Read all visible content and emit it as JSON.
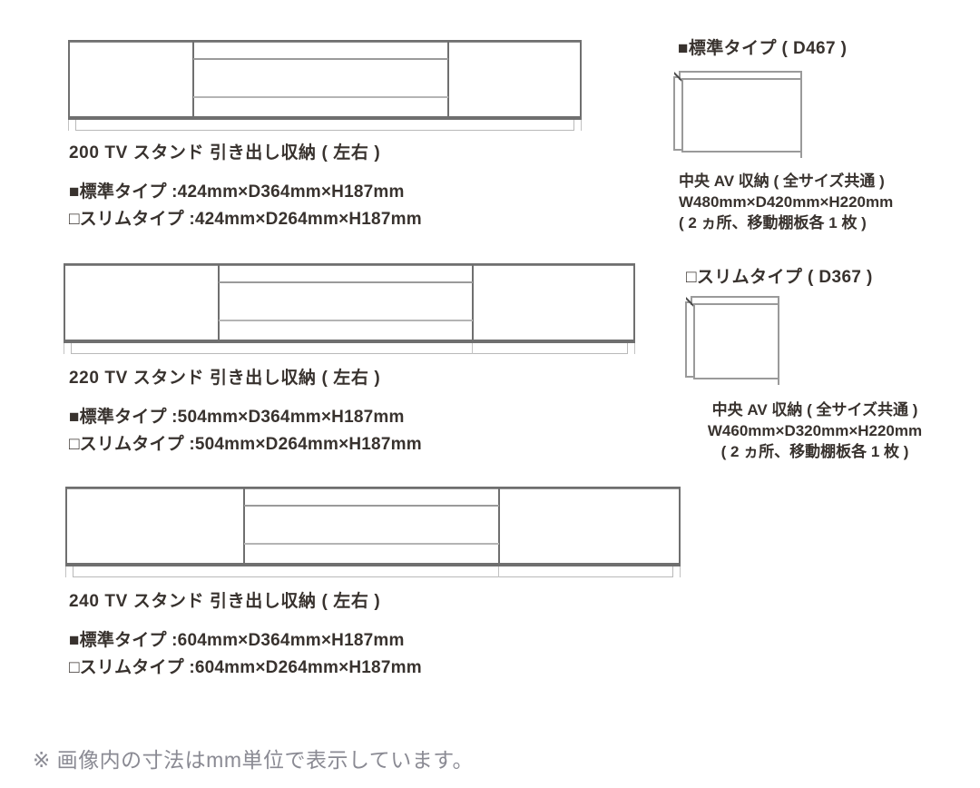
{
  "products": [
    {
      "title": "200 TV スタンド  引き出し収納 ( 左右 )",
      "standard": "■標準タイプ :424mm×D364mm×H187mm",
      "slim": "□スリムタイプ :424mm×D264mm×H187mm"
    },
    {
      "title": "220 TV スタンド  引き出し収納 ( 左右 )",
      "standard": "■標準タイプ :504mm×D364mm×H187mm",
      "slim": "□スリムタイプ :504mm×D264mm×H187mm"
    },
    {
      "title": "240 TV スタンド  引き出し収納 ( 左右 )",
      "standard": "■標準タイプ :604mm×D364mm×H187mm",
      "slim": "□スリムタイプ :604mm×D264mm×H187mm"
    }
  ],
  "right_panels": [
    {
      "heading": "■標準タイプ ( D467 )",
      "caption_line1": "中央 AV 収納 ( 全サイズ共通 )",
      "caption_line2": "W480mm×D420mm×H220mm",
      "caption_line3": "( 2 ヵ所、移動棚板各 1 枚 )"
    },
    {
      "heading": "□スリムタイプ ( D367 )",
      "caption_line1": "中央 AV 収納 ( 全サイズ共通 )",
      "caption_line2": "W460mm×D320mm×H220mm",
      "caption_line3": "( 2 ヵ所、移動棚板各 1 枚 )"
    }
  ],
  "footnote": "※ 画像内の寸法はmm単位で表示しています。",
  "colors": {
    "text": "#38322e",
    "footnote_text": "#8a8a93",
    "outline_dark": "#6f6f6f",
    "outline_light": "#b4b4b4",
    "background": "#ffffff"
  }
}
